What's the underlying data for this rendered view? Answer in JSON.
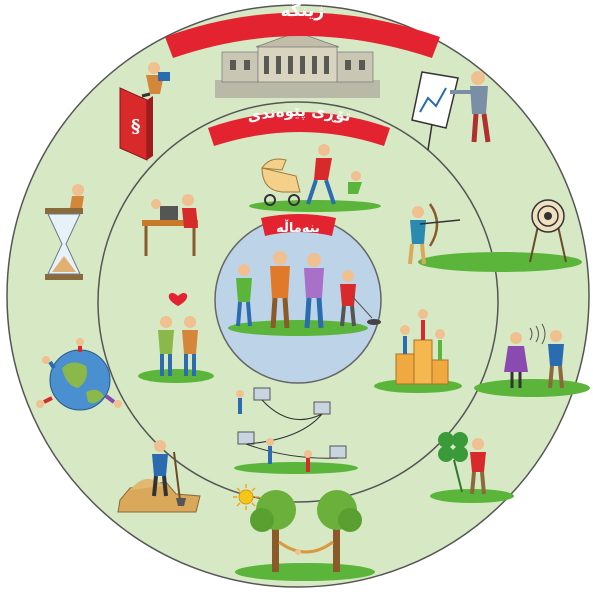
{
  "rings": {
    "outer": {
      "label": "ژینگه",
      "fill": "#d6e8c4"
    },
    "middle": {
      "label": "تۆڕی پێوەندی",
      "fill": "#d6e8c4"
    },
    "inner": {
      "label": "بنەماڵە",
      "fill": "#bcd3e8"
    }
  },
  "colors": {
    "banner": "#e32330",
    "ring_stroke": "#555555",
    "grass": "#5bb53a",
    "ground": "#d9a85a"
  },
  "scenes": {
    "outer": [
      {
        "icon": "building-icon"
      },
      {
        "icon": "reading-law-book-icon"
      },
      {
        "icon": "presentation-chart-icon"
      },
      {
        "icon": "hourglass-icon"
      },
      {
        "icon": "target-icon"
      },
      {
        "icon": "globe-people-icon"
      },
      {
        "icon": "conversation-icon"
      },
      {
        "icon": "digging-worker-icon"
      },
      {
        "icon": "four-leaf-clover-icon"
      },
      {
        "icon": "hammock-trees-icon"
      },
      {
        "icon": "sun-icon"
      }
    ],
    "middle": [
      {
        "icon": "pram-family-icon"
      },
      {
        "icon": "desk-work-icon"
      },
      {
        "icon": "archer-icon"
      },
      {
        "icon": "couple-heart-icon"
      },
      {
        "icon": "podium-icon"
      },
      {
        "icon": "computer-network-icon"
      }
    ],
    "inner": [
      {
        "icon": "family-group-icon"
      }
    ]
  }
}
